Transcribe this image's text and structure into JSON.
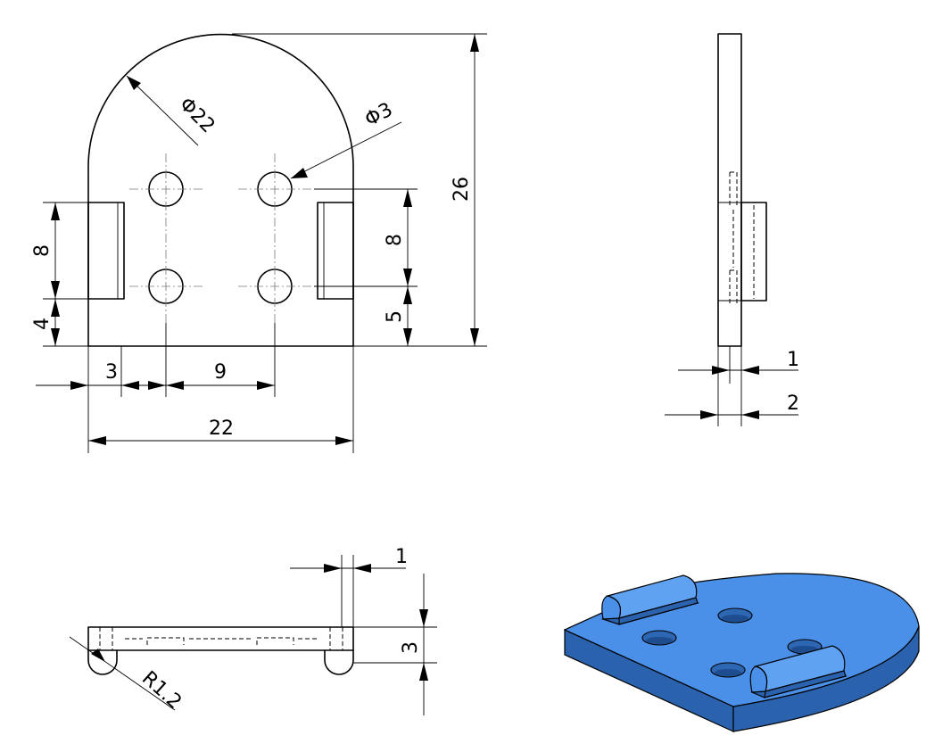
{
  "dimensions": {
    "front": {
      "big_diameter": "Φ22",
      "hole_diameter": "Φ3",
      "height_total": "26",
      "hole_spacing_v_right": "8",
      "offset_bottom_right": "5",
      "clip_length_left": "8",
      "offset_bottom_left": "4",
      "offset_left": "3",
      "hole_spacing_h": "9",
      "width_total": "22"
    },
    "side": {
      "plate_thickness": "1",
      "total_thickness": "2"
    },
    "bottom": {
      "clip_thickness": "1",
      "height": "3",
      "radius": "R1.2"
    }
  },
  "colors": {
    "model_top": "#4a90e8",
    "model_side": "#2a62ad",
    "lines": "#000000"
  },
  "views": [
    "front-view",
    "side-view",
    "bottom-view",
    "isometric-view"
  ]
}
